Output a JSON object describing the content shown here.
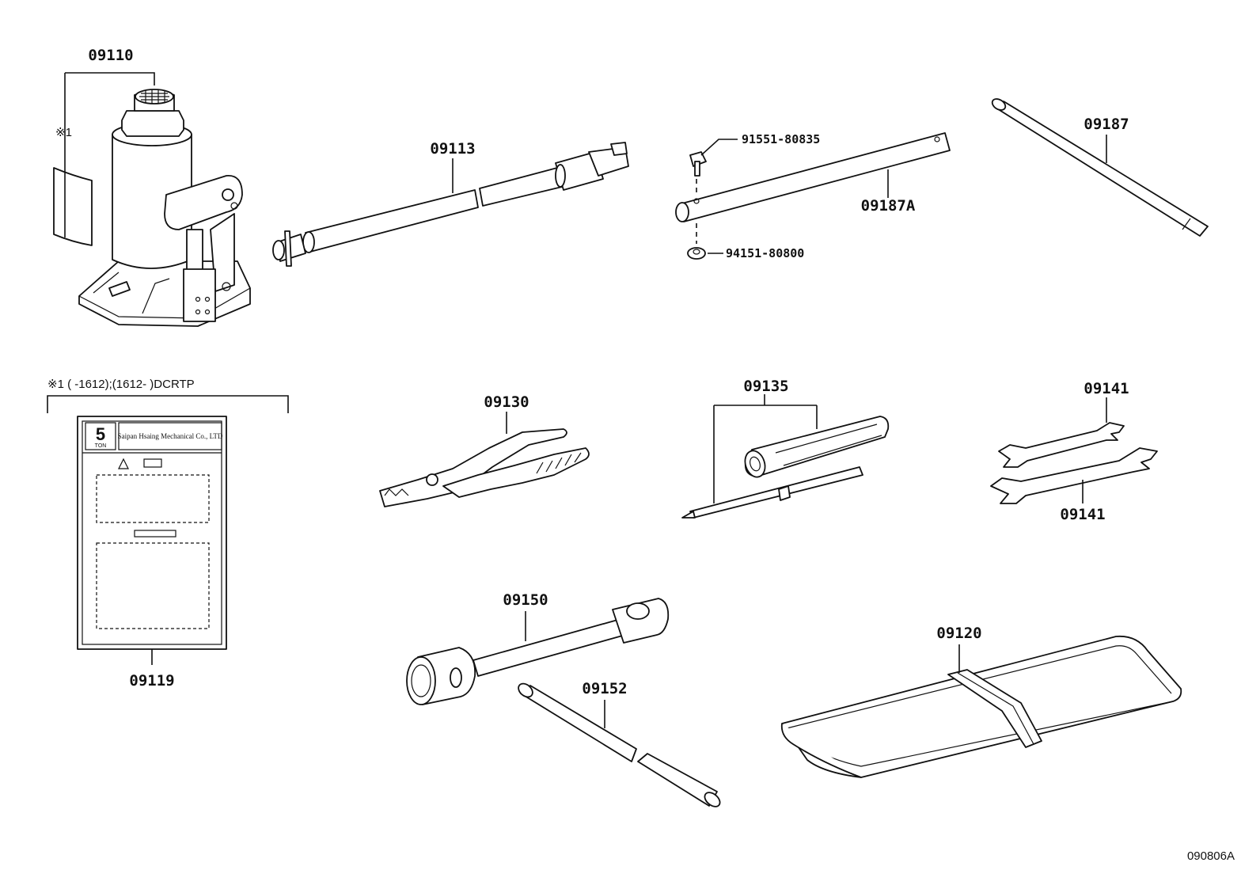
{
  "diagram": {
    "code": "090806A",
    "callouts": {
      "jack": "09110",
      "jack_handle": "09113",
      "bolt": "91551-80835",
      "handle_ext": "09187A",
      "nut": "94151-80800",
      "rod": "09187",
      "pliers": "09130",
      "screwdriver": "09135",
      "wrench_top": "09141",
      "wrench_bottom": "09141",
      "lug_wrench": "09150",
      "lug_bar": "09152",
      "tool_bag": "09120",
      "label": "09119"
    },
    "footnote_marker": "※1",
    "footnote": "※1 (        -1612);(1612-         )DCRTP",
    "plate": {
      "capacity": "5",
      "unit": "TON",
      "maker": "Saipan Hsaing Mechanical Co., LTD"
    }
  }
}
